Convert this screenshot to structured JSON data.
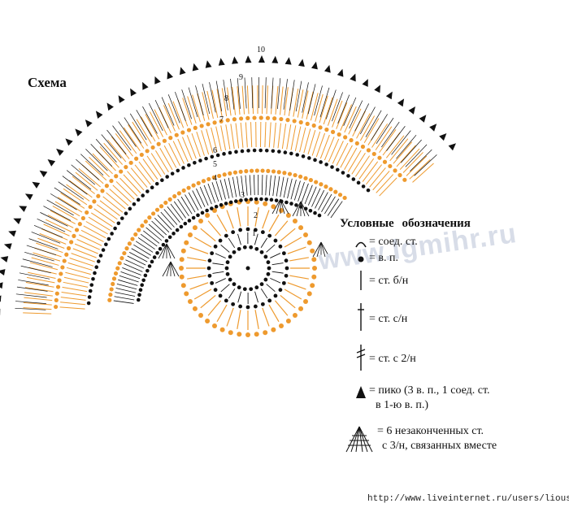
{
  "title": "Схема",
  "watermark": "www.lgmihr.ru",
  "footer_url": "http://www.liveinternet.ru/users/liousy/",
  "colors": {
    "accent": "#ee9a2e",
    "ink": "#111111",
    "watermark": "#d8dde8"
  },
  "row_numbers": [
    "1",
    "2",
    "3",
    "4",
    "5",
    "6",
    "7",
    "8",
    "9",
    "10"
  ],
  "legend": {
    "title": "Условные обозначения",
    "items": [
      {
        "icon": "slip-stitch-arc-icon",
        "lines": [
          "= соед. ст."
        ]
      },
      {
        "icon": "chain-dot-icon",
        "lines": [
          "= в. п."
        ]
      },
      {
        "icon": "single-crochet-icon",
        "lines": [
          "= ст. б/н"
        ]
      },
      {
        "icon": "double-crochet-icon",
        "lines": [
          "= ст. с/н"
        ]
      },
      {
        "icon": "treble-crochet-icon",
        "lines": [
          "= ст. с 2/н"
        ]
      },
      {
        "icon": "picot-triangle-icon",
        "lines": [
          "= пико (3 в. п., 1 соед. ст.",
          "в 1-ю в. п.)"
        ]
      },
      {
        "icon": "cluster-fan-icon",
        "lines": [
          "= 6 незаконченных ст.",
          "с 3/н, связанных вместе"
        ]
      }
    ]
  }
}
